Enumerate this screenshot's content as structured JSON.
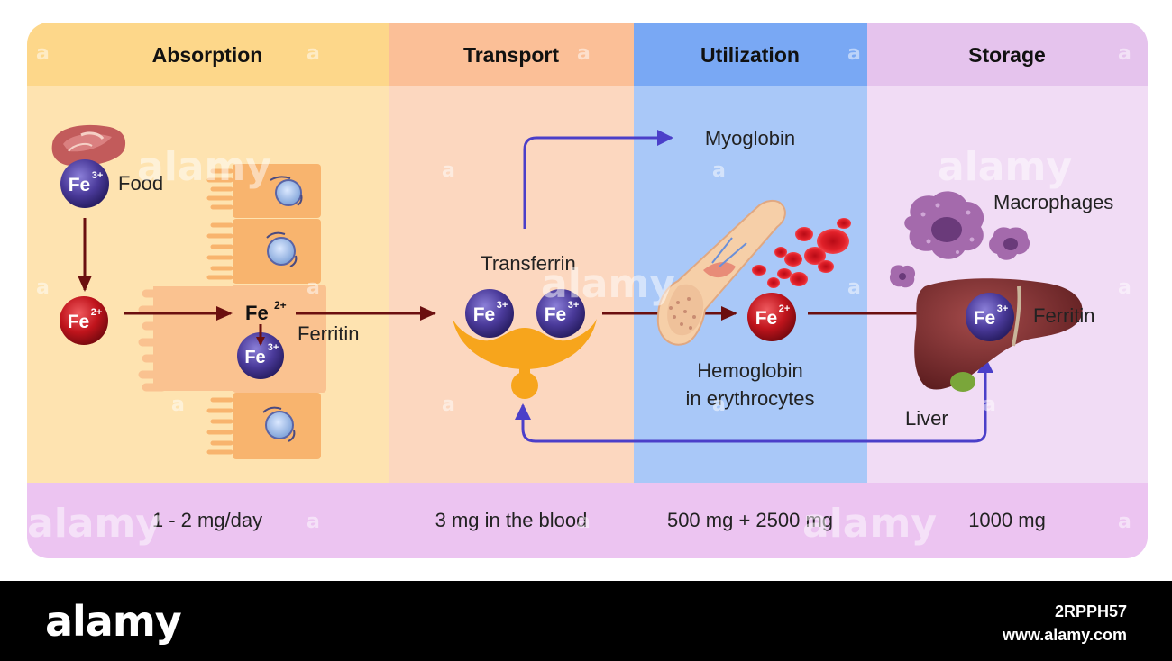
{
  "stages": [
    {
      "label": "Absorption",
      "amount": "1 - 2 mg/day"
    },
    {
      "label": "Transport",
      "amount": "3 mg in the blood"
    },
    {
      "label": "Utilization",
      "amount": "500 mg + 2500 mg"
    },
    {
      "label": "Storage",
      "amount": "1000 mg"
    }
  ],
  "ions": {
    "fe_symbol": "Fe",
    "charge_3": "3+",
    "charge_2": "2+"
  },
  "labels": {
    "food": "Food",
    "ferritin": "Ferritin",
    "transferrin": "Transferrin",
    "myoglobin": "Myoglobin",
    "hemoglobin_line1": "Hemoglobin",
    "hemoglobin_line2": "in erythrocytes",
    "macrophages": "Macrophages",
    "liver": "Liver",
    "storage_ferritin": "Ferritin"
  },
  "colors": {
    "fe3_ion": "#4a3a9a",
    "fe2_ion": "#c0141c",
    "dark_arrow": "#6b0f0f",
    "blue_arrow": "#4b3fc9",
    "transferrin": "#f7a51c"
  },
  "watermark": {
    "brand": "alamy",
    "mark": "a"
  },
  "footer": {
    "logo": "alamy",
    "image_id": "2RPPH57",
    "url": "www.alamy.com"
  }
}
